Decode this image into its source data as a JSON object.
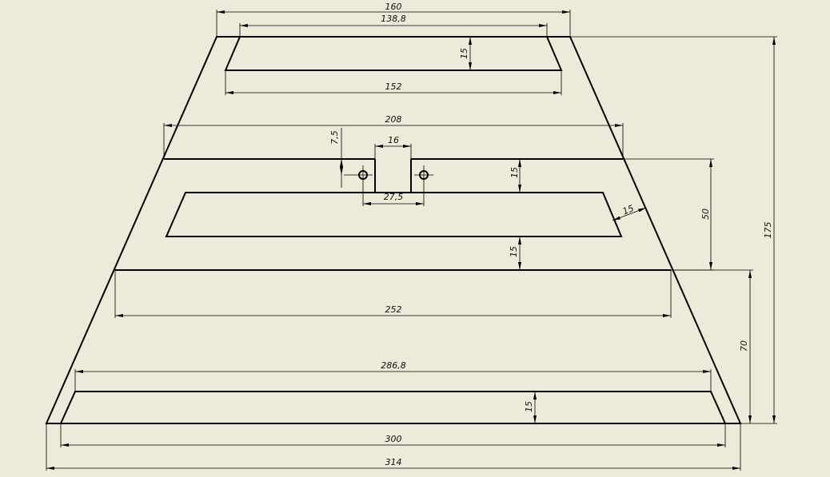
{
  "drawing": {
    "background": "#ecead8",
    "dimensions": {
      "top_width": "160",
      "top_slot_top": "138,8",
      "top_slot_height": "15",
      "top_slot_bottom": "152",
      "middle_width": "208",
      "hole_offset": "7,5",
      "gap_width": "16",
      "band_height": "15",
      "hole_spacing": "27,5",
      "slot_side_offset": "15",
      "middle_height": "50",
      "lower_band_height": "15",
      "lower_width": "252",
      "lower_height": "70",
      "total_height": "175",
      "bottom_slot_top": "286,8",
      "bottom_slot_height": "15",
      "bottom_slot_bottom": "300",
      "bottom_width": "314"
    }
  }
}
